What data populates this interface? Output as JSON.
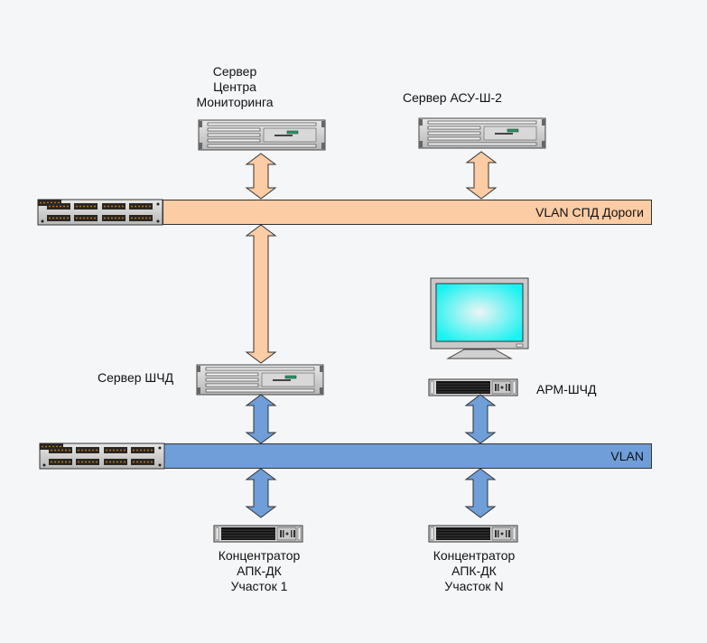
{
  "colors": {
    "background": "#f5f6f8",
    "upper_bus": "#fccca4",
    "lower_bus": "#6f9ed9",
    "arrow_upper": "#fccca4",
    "arrow_lower": "#6f9ed9",
    "monitor_screen": "#22f4f4"
  },
  "nodes": {
    "server_monitoring": {
      "label_lines": [
        "Сервер",
        "Центра",
        "Мониторинга"
      ],
      "icon": "rack-server-2u-icon"
    },
    "server_asu": {
      "label": "Сервер АСУ-Ш-2",
      "icon": "rack-server-2u-icon"
    },
    "server_shchd": {
      "label": "Сервер ШЧД",
      "icon": "rack-server-2u-icon"
    },
    "arm_shchd": {
      "label": "АРМ-ШЧД",
      "icon": "workstation-monitor-icon"
    },
    "concentrator_1": {
      "label_lines": [
        "Концентратор",
        "АПК-ДК",
        "Участок 1"
      ],
      "icon": "rack-unit-1u-icon"
    },
    "concentrator_n": {
      "label_lines": [
        "Концентратор",
        "АПК-ДК",
        "Участок N"
      ],
      "icon": "rack-unit-1u-icon"
    }
  },
  "networks": {
    "upper": {
      "label": "VLAN СПД Дороги",
      "icon": "network-switch-icon"
    },
    "lower": {
      "label": "VLAN",
      "icon": "network-switch-icon"
    }
  },
  "connections": [
    {
      "from": "server_monitoring",
      "to": "upper",
      "style": "double-arrow"
    },
    {
      "from": "server_asu",
      "to": "upper",
      "style": "double-arrow"
    },
    {
      "from": "upper",
      "to": "server_shchd",
      "style": "double-arrow"
    },
    {
      "from": "server_shchd",
      "to": "lower",
      "style": "double-arrow"
    },
    {
      "from": "arm_shchd",
      "to": "lower",
      "style": "double-arrow"
    },
    {
      "from": "lower",
      "to": "concentrator_1",
      "style": "double-arrow"
    },
    {
      "from": "lower",
      "to": "concentrator_n",
      "style": "double-arrow"
    }
  ]
}
